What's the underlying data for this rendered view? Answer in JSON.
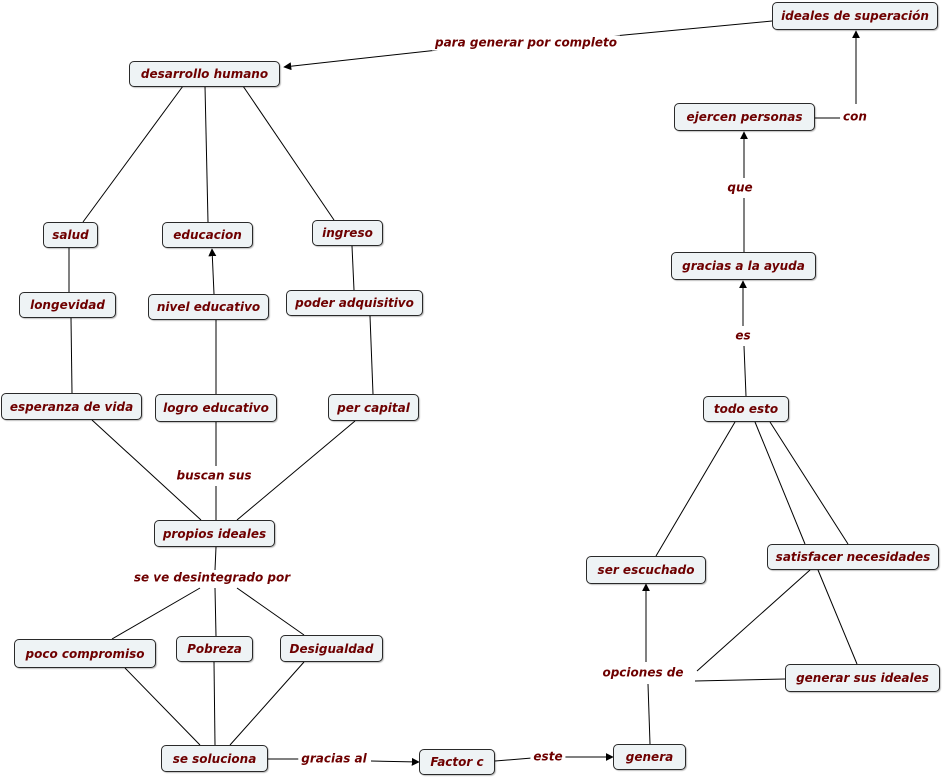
{
  "colors": {
    "text": "#6e0000",
    "node_fill": "#eef3f5",
    "line": "#000000"
  },
  "nodes": {
    "ideales_superacion": "ideales de superación",
    "desarrollo_humano": "desarrollo humano",
    "ejercen_personas": "ejercen personas",
    "salud": "salud",
    "educacion": "educacion",
    "ingreso": "ingreso",
    "gracias_ayuda": "gracias a la ayuda",
    "longevidad": "longevidad",
    "nivel_educativo": "nivel educativo",
    "poder_adquisitivo": "poder adquisitivo",
    "esperanza_vida": "esperanza de vida",
    "logro_educativo": "logro educativo",
    "per_capital": "per capital",
    "todo_esto": "todo esto",
    "propios_ideales": "propios ideales",
    "ser_escuchado": "ser escuchado",
    "satisfacer_necesidades": "satisfacer necesidades",
    "poco_compromiso": "poco compromiso",
    "pobreza": "Pobreza",
    "desigualdad": "Desigualdad",
    "generar_ideales": "generar sus ideales",
    "se_soluciona": "se soluciona",
    "factor_c": "Factor c",
    "genera": "genera"
  },
  "labels": {
    "para_generar": "para generar por completo",
    "con": "con",
    "que": "que",
    "es": "es",
    "buscan_sus": "buscan sus",
    "se_ve_desintegrado": "se ve desintegrado por",
    "opciones_de": "opciones de",
    "gracias_al": "gracias al",
    "este": "este"
  }
}
